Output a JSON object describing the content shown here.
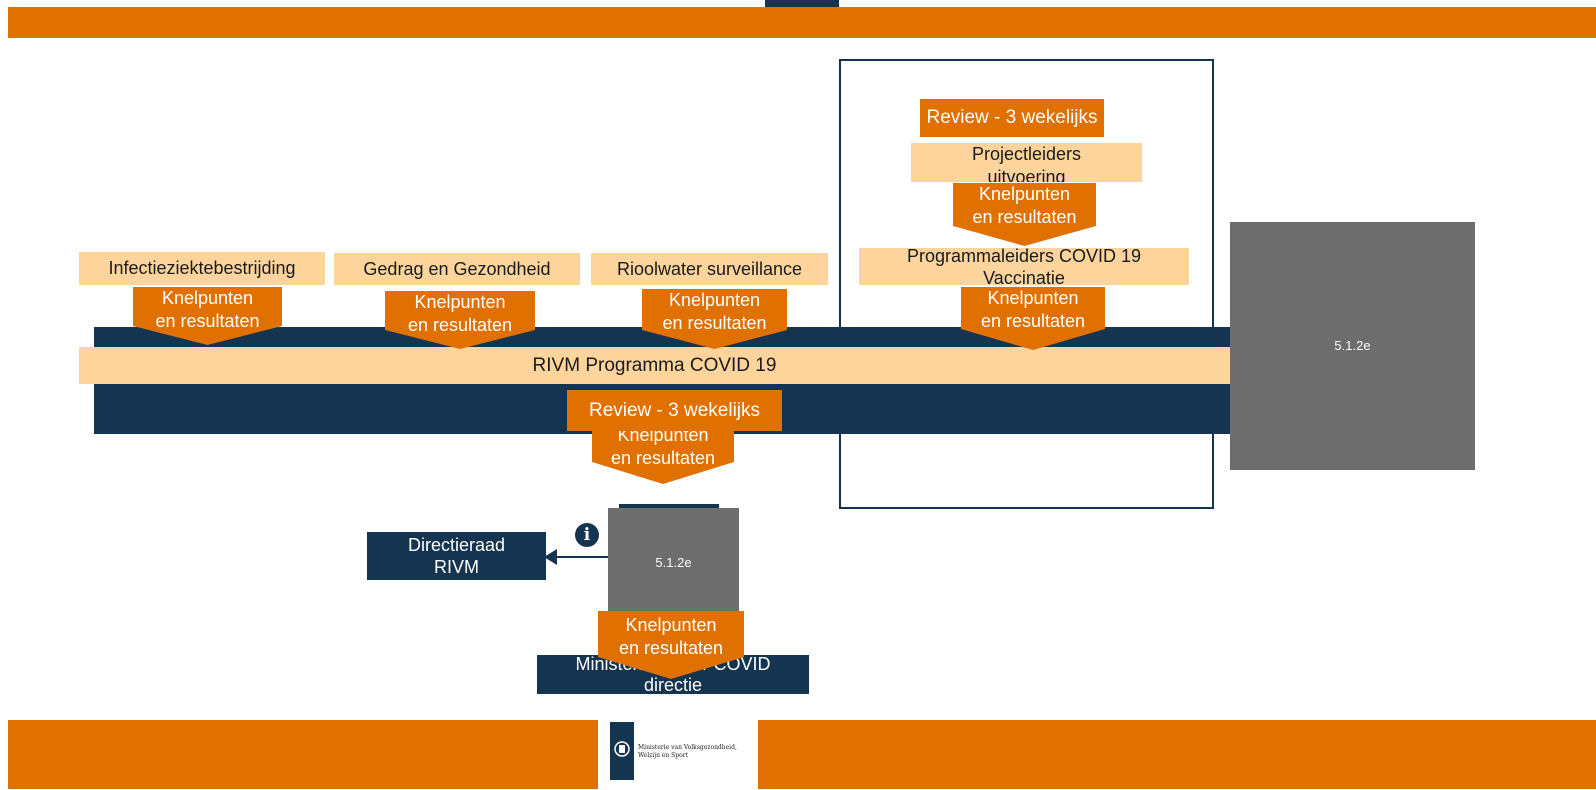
{
  "program_bar": {
    "label": "RIVM Programma COVID 19"
  },
  "streams": [
    {
      "label": "Infectieziektebestrijding"
    },
    {
      "label": "Gedrag en Gezondheid"
    },
    {
      "label": "Rioolwater surveillance"
    }
  ],
  "knelpunten": {
    "line1": "Knelpunten",
    "line2": "en resultaten"
  },
  "vaccination_frame": {
    "review": "Review - 3 wekelijks",
    "project_leaders": "Projectleiders uitvoering",
    "program_leaders": "Programmaleiders COVID 19 Vaccinatie"
  },
  "central_review": "Review - 3 wekelijks",
  "redacted": {
    "large": "5.1.2e",
    "small": "5.1.2e"
  },
  "directieraad": {
    "label": "Directieraad RIVM"
  },
  "ministerie": {
    "label": "Ministerie VWS / COVID directie"
  },
  "footer_logo": {
    "text_line1": "Ministerie van Volksgezondheid,",
    "text_line2": "Welzijn en Sport"
  },
  "colors": {
    "orange": "#e07000",
    "navy": "#15344f",
    "peach": "#fdd49b",
    "grey": "#6d6d6d"
  }
}
